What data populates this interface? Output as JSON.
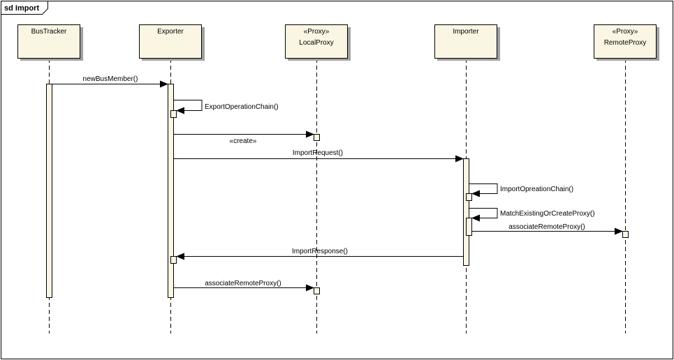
{
  "frame": {
    "label": "sd Import"
  },
  "lifelines": [
    {
      "id": "bustracker",
      "stereotype": "",
      "name": "BusTracker"
    },
    {
      "id": "exporter",
      "stereotype": "",
      "name": "Exporter"
    },
    {
      "id": "localproxy",
      "stereotype": "«Proxy»",
      "name": "LocalProxy"
    },
    {
      "id": "importer",
      "stereotype": "",
      "name": "Importer"
    },
    {
      "id": "remoteproxy",
      "stereotype": "«Proxy»",
      "name": "RemoteProxy"
    }
  ],
  "messages": [
    {
      "id": "m1",
      "label": "newBusMember()"
    },
    {
      "id": "m2",
      "label": "ExportOperationChain()"
    },
    {
      "id": "m3",
      "label": "«create»"
    },
    {
      "id": "m4",
      "label": "ImportRequest()"
    },
    {
      "id": "m5",
      "label": "ImportOpreationChain()"
    },
    {
      "id": "m6",
      "label": "MatchExistingOrCreateProxy()"
    },
    {
      "id": "m7",
      "label": "associateRemoteProxy()"
    },
    {
      "id": "m8",
      "label": "ImportResponse()"
    },
    {
      "id": "m9",
      "label": "associateRemoteProxy()"
    }
  ],
  "colors": {
    "box_fill": "#fbf5e4",
    "activation_fill": "#fbf5e4",
    "line": "#000000",
    "shadow": "#a0a0a0"
  }
}
